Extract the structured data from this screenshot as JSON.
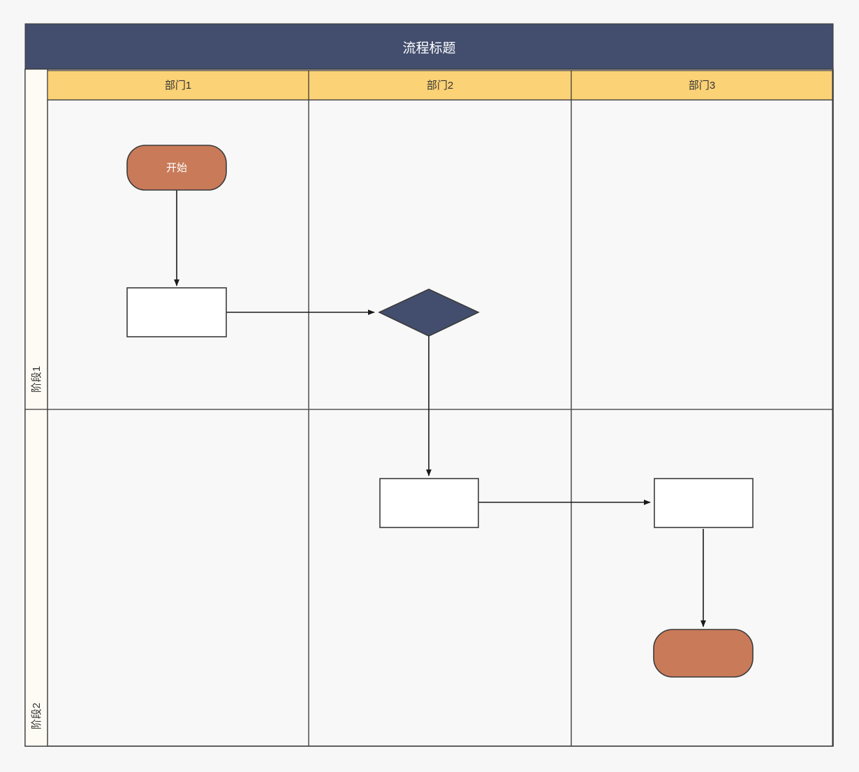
{
  "diagram": {
    "type": "swimlane-flowchart",
    "title": "流程标题",
    "title_bar": {
      "fill": "#434E6E",
      "text_color": "#FFFFFF"
    },
    "lanes": [
      {
        "id": "lane1",
        "label": "部门1"
      },
      {
        "id": "lane2",
        "label": "部门2"
      },
      {
        "id": "lane3",
        "label": "部门3"
      }
    ],
    "lane_header": {
      "fill": "#FCD276",
      "text_color": "#333333"
    },
    "phases": [
      {
        "id": "phase1",
        "label": "阶段1"
      },
      {
        "id": "phase2",
        "label": "阶段2"
      }
    ],
    "phase_header": {
      "fill": "#FDFBF3",
      "text_color": "#333333"
    },
    "colors": {
      "accent_orange": "#C97A59",
      "accent_navy": "#434E6E",
      "accent_yellow": "#FCD276",
      "border": "#3B3B3B",
      "grid_line": "#555555",
      "body_fill": "#F8F8F8",
      "node_fill": "#FFFFFF",
      "connector": "#1A1A1A",
      "page_bg": "#F7F7F8"
    },
    "nodes": [
      {
        "id": "node-start",
        "shape": "rounded-rectangle",
        "label": "开始",
        "lane": "部门1",
        "phase": "阶段1",
        "fill": "#C97A59",
        "text_color": "#FFFFFF"
      },
      {
        "id": "node-task-1",
        "shape": "rectangle",
        "label": "",
        "lane": "部门1",
        "phase": "阶段1",
        "fill": "#FFFFFF",
        "text_color": "#333333"
      },
      {
        "id": "node-decision",
        "shape": "diamond",
        "label": "",
        "lane": "部门2",
        "phase": "阶段1",
        "fill": "#434E6E",
        "text_color": "#FFFFFF"
      },
      {
        "id": "node-task-2",
        "shape": "rectangle",
        "label": "",
        "lane": "部门2",
        "phase": "阶段2",
        "fill": "#FFFFFF",
        "text_color": "#333333"
      },
      {
        "id": "node-task-3",
        "shape": "rectangle",
        "label": "",
        "lane": "部门3",
        "phase": "阶段2",
        "fill": "#FFFFFF",
        "text_color": "#333333"
      },
      {
        "id": "node-end",
        "shape": "rounded-rectangle",
        "label": "",
        "lane": "部门3",
        "phase": "阶段2",
        "fill": "#C97A59",
        "text_color": "#FFFFFF"
      }
    ],
    "connectors": [
      {
        "id": "conn-1",
        "from": "node-start",
        "to": "node-task-1",
        "label": "",
        "direction": "vertical"
      },
      {
        "id": "conn-2",
        "from": "node-task-1",
        "to": "node-decision",
        "label": "",
        "direction": "horizontal"
      },
      {
        "id": "conn-3",
        "from": "node-decision",
        "to": "node-task-2",
        "label": "",
        "direction": "vertical"
      },
      {
        "id": "conn-4",
        "from": "node-task-2",
        "to": "node-task-3",
        "label": "",
        "direction": "horizontal"
      },
      {
        "id": "conn-5",
        "from": "node-task-3",
        "to": "node-end",
        "label": "",
        "direction": "vertical"
      }
    ]
  }
}
